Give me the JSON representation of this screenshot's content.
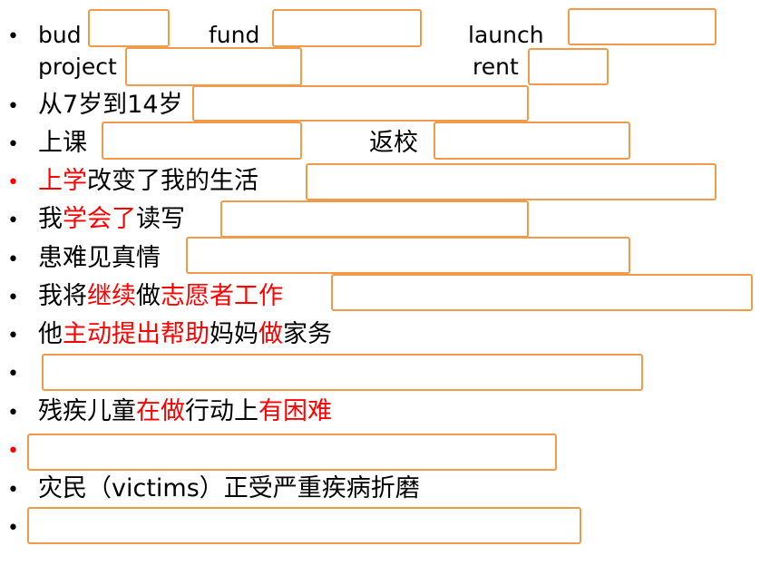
{
  "vocab": {
    "row1": {
      "w1": "bud",
      "w2": "fund",
      "w3": "launch"
    },
    "row2": {
      "w1": "project",
      "w2": "rent"
    }
  },
  "sentences": {
    "s1": {
      "a": "从7岁到14岁"
    },
    "s2": {
      "a": "上课",
      "b": "返校"
    },
    "s3": {
      "a": "上学",
      "b": "改变了我的生活"
    },
    "s4": {
      "a": "我",
      "b": "学会了",
      "c": "读写"
    },
    "s5": {
      "a": "患难见真情"
    },
    "s6": {
      "a": "我将",
      "b": "继续",
      "c": "做",
      "d": "志愿者工作"
    },
    "s7": {
      "a": "他",
      "b": "主动提出帮助",
      "c": "妈妈",
      "d": "做",
      "e": "家务"
    },
    "s8": {
      "a": "残疾儿童",
      "b": "在做",
      "c": "行动上",
      "d": "有困难"
    },
    "s9": {
      "a": "灾民（victims）正受严重疾病折磨"
    }
  },
  "colors": {
    "answer_box_border": "#f09a4a",
    "highlight": "#ff0000"
  }
}
